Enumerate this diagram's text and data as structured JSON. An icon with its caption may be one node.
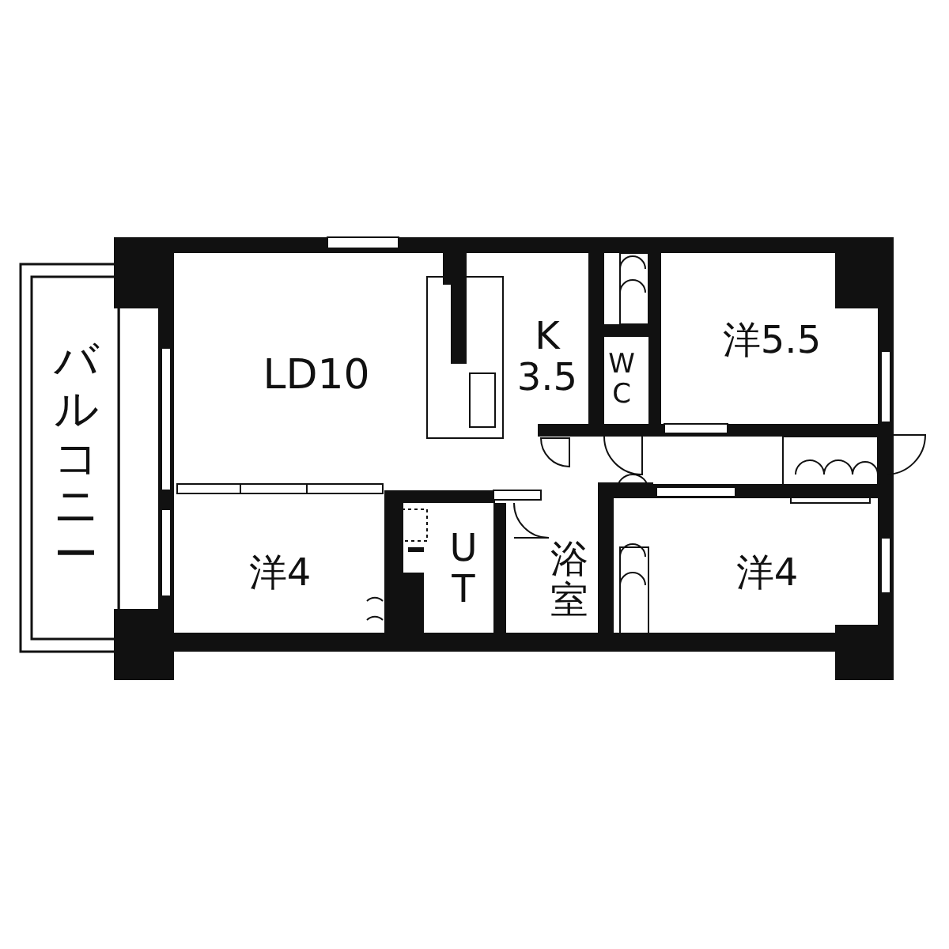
{
  "diagram": {
    "labels": [
      "バルコニー",
      "LD10",
      "K 3.5",
      "WC",
      "洋5.5",
      "洋4",
      "UT",
      "浴室",
      "洋4"
    ]
  }
}
